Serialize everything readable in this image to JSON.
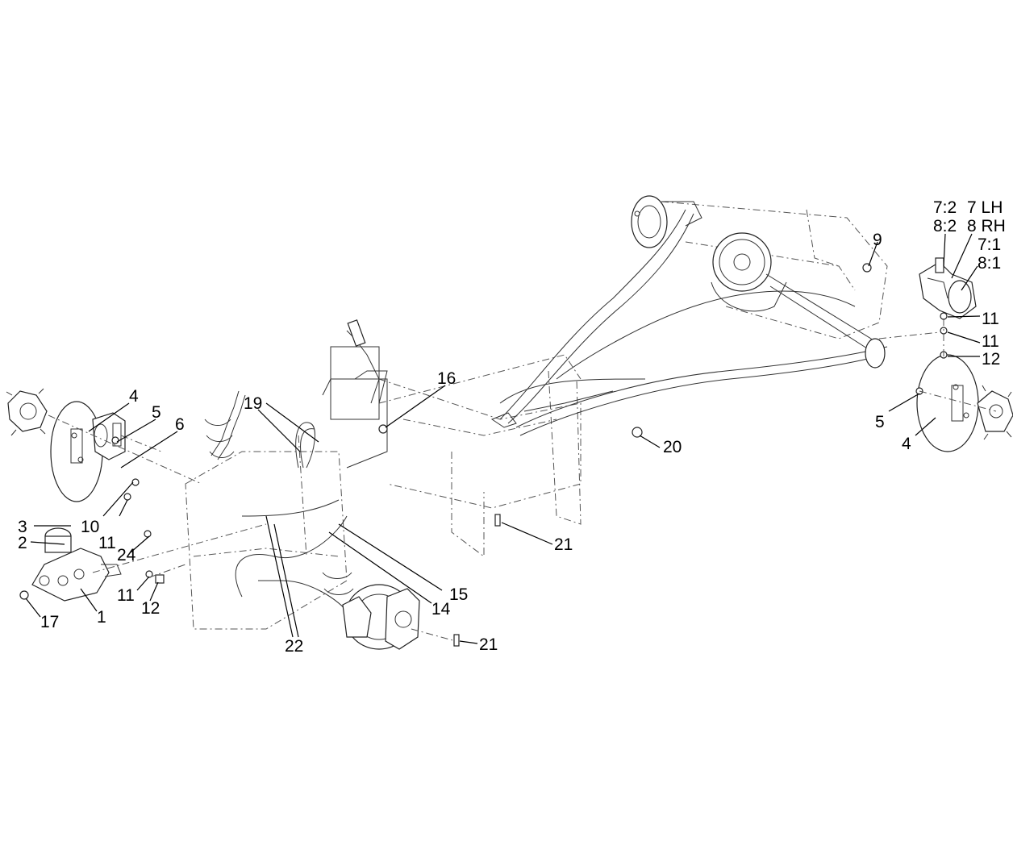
{
  "diagram": {
    "callouts": [
      {
        "id": "1",
        "label": "1"
      },
      {
        "id": "2",
        "label": "2"
      },
      {
        "id": "3",
        "label": "3"
      },
      {
        "id": "4a",
        "label": "4"
      },
      {
        "id": "4b",
        "label": "4"
      },
      {
        "id": "5a",
        "label": "5"
      },
      {
        "id": "5b",
        "label": "5"
      },
      {
        "id": "6",
        "label": "6"
      },
      {
        "id": "7-2",
        "label": "7:2"
      },
      {
        "id": "8-2",
        "label": "8:2"
      },
      {
        "id": "7lh",
        "label": "7 LH"
      },
      {
        "id": "8rh",
        "label": "8 RH"
      },
      {
        "id": "7-1",
        "label": "7:1"
      },
      {
        "id": "8-1",
        "label": "8:1"
      },
      {
        "id": "9",
        "label": "9"
      },
      {
        "id": "10",
        "label": "10"
      },
      {
        "id": "11a",
        "label": "11"
      },
      {
        "id": "11b",
        "label": "11"
      },
      {
        "id": "11c",
        "label": "11"
      },
      {
        "id": "11d",
        "label": "11"
      },
      {
        "id": "12a",
        "label": "12"
      },
      {
        "id": "12b",
        "label": "12"
      },
      {
        "id": "14",
        "label": "14"
      },
      {
        "id": "15",
        "label": "15"
      },
      {
        "id": "16",
        "label": "16"
      },
      {
        "id": "17",
        "label": "17"
      },
      {
        "id": "19",
        "label": "19"
      },
      {
        "id": "20",
        "label": "20"
      },
      {
        "id": "21a",
        "label": "21"
      },
      {
        "id": "21b",
        "label": "21"
      },
      {
        "id": "22",
        "label": "22"
      },
      {
        "id": "24",
        "label": "24"
      }
    ]
  }
}
